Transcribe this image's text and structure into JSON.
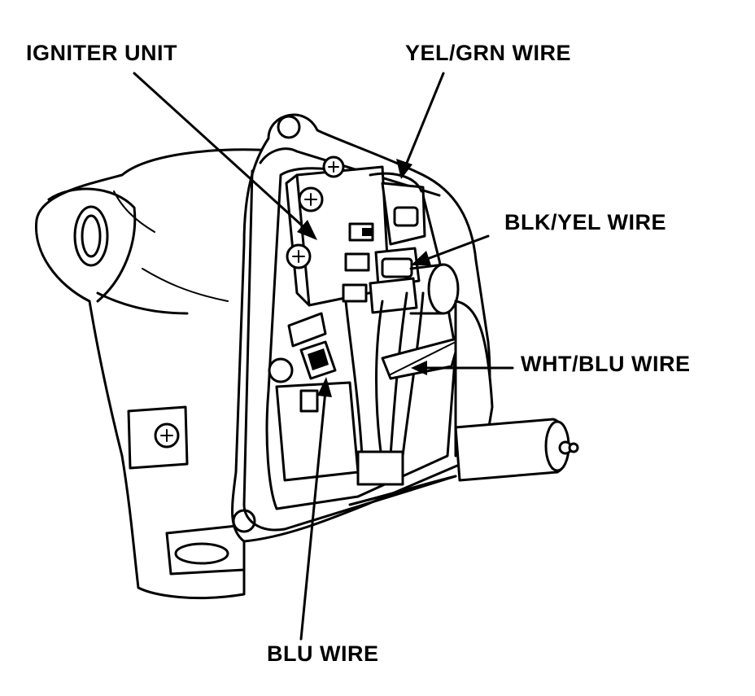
{
  "labels": {
    "igniter_unit": "IGNITER UNIT",
    "yel_grn_wire": "YEL/GRN WIRE",
    "blk_yel_wire": "BLK/YEL WIRE",
    "wht_blu_wire": "WHT/BLU WIRE",
    "blu_wire": "BLU WIRE"
  },
  "colors": {
    "ink": "#000000",
    "paper": "#ffffff"
  }
}
